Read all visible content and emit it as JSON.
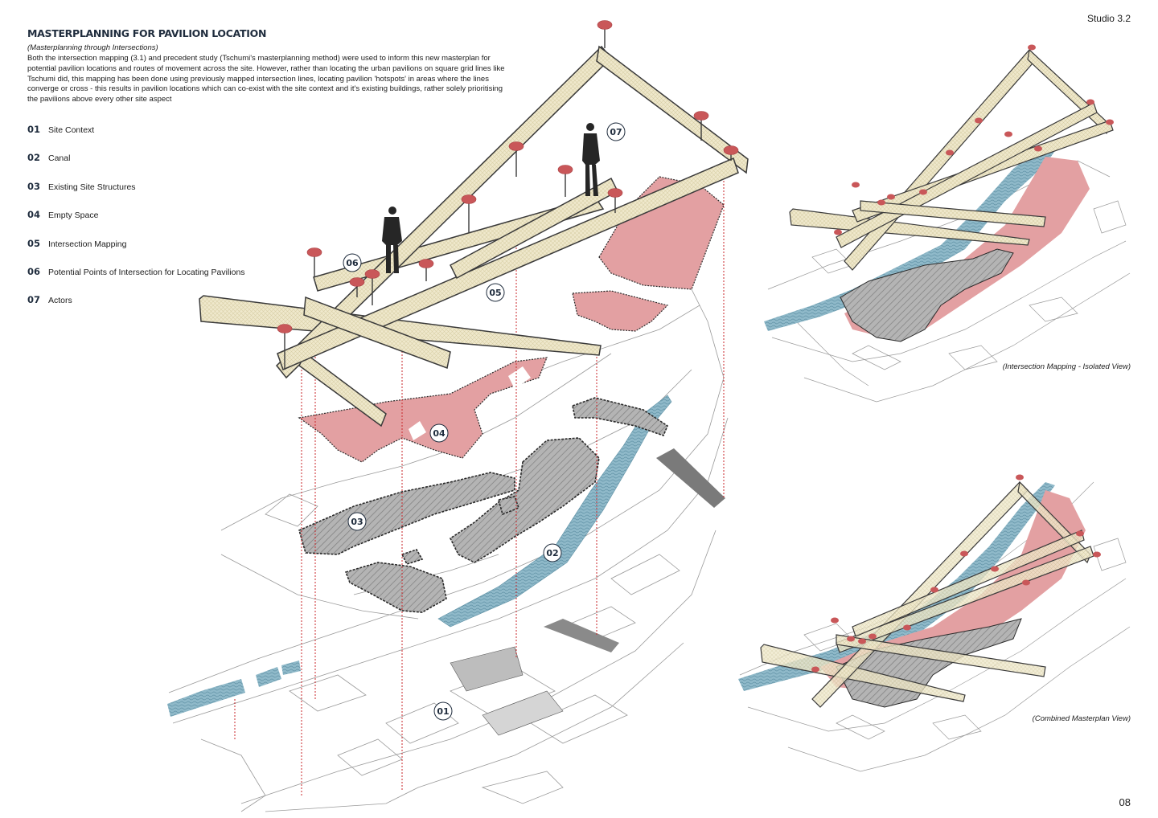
{
  "header": {
    "studio": "Studio 3.2",
    "page_number": "08"
  },
  "title": "MASTERPLANNING FOR PAVILION LOCATION",
  "subtitle": "(Masterplanning through Intersections)",
  "intro": "Both the intersection mapping (3.1) and precedent study (Tschumi's masterplanning method) were used to inform this new masterplan for potential pavilion locations and routes of movement across the site. However, rather than locating the urban pavilions on square grid lines like Tschumi did, this mapping has been done using previously mapped intersection lines, locating pavilion 'hotspots' in areas where the lines converge or cross - this results in pavilion locations which can co-exist with the site context and it's existing buildings, rather solely prioritising the pavilions above every other site aspect",
  "legend": [
    {
      "num": "01",
      "label": "Site Context"
    },
    {
      "num": "02",
      "label": "Canal"
    },
    {
      "num": "03",
      "label": "Existing Site Structures"
    },
    {
      "num": "04",
      "label": "Empty Space"
    },
    {
      "num": "05",
      "label": "Intersection Mapping"
    },
    {
      "num": "06",
      "label": "Potential Points of Intersection for Locating Pavilions"
    },
    {
      "num": "07",
      "label": "Actors"
    }
  ],
  "diagram_markers": [
    "01",
    "02",
    "03",
    "04",
    "05",
    "06",
    "07"
  ],
  "captions": {
    "isolated": "(Intersection Mapping - Isolated View)",
    "combined": "(Combined Masterplan View)"
  },
  "colors": {
    "empty_space": "#e3a0a2",
    "canal": "#8fb9c9",
    "beam": "#efe8cc",
    "pavilion_marker": "#c95759",
    "structure": "#a9a9a9"
  }
}
